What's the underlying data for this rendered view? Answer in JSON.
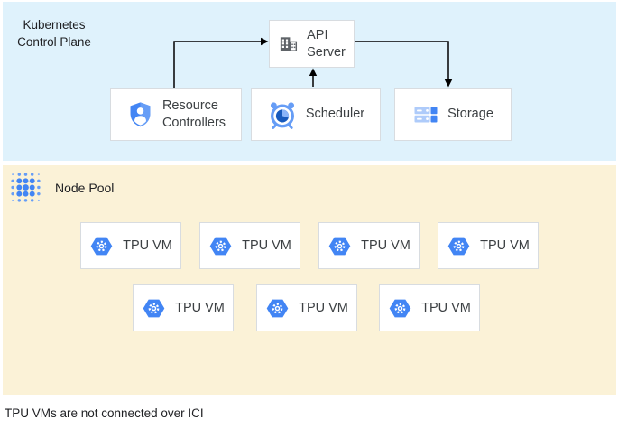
{
  "control_plane": {
    "title_line1": "Kubernetes",
    "title_line2": "Control Plane",
    "bg_color": "#DFF2FC",
    "nodes": {
      "api_server": {
        "line1": "API",
        "line2": "Server",
        "icon": "building-icon"
      },
      "resource_controllers": {
        "line1": "Resource",
        "line2": "Controllers",
        "icon": "shield-user-icon"
      },
      "scheduler": {
        "label": "Scheduler",
        "icon": "alarm-clock-icon"
      },
      "storage": {
        "label": "Storage",
        "icon": "storage-disks-icon"
      }
    },
    "arrows": [
      {
        "from": "resource_controllers",
        "to": "api_server"
      },
      {
        "from": "scheduler",
        "to": "api_server"
      },
      {
        "from": "api_server",
        "to": "storage"
      }
    ]
  },
  "node_pool": {
    "title": "Node Pool",
    "bg_color": "#FBF2D7",
    "icon": "dots-cluster-icon",
    "tpu_vm_label": "TPU VM",
    "tpu_vm_icon": "gke-hexagon-gear-icon",
    "row1_count": 4,
    "row2_count": 3
  },
  "caption": "TPU VMs are not connected over ICI",
  "colors": {
    "google_blue": "#4285F4",
    "light_blue": "#669DF6",
    "pale_blue": "#AECBFA",
    "dark_blue": "#185ABC",
    "icon_gray": "#5F6368",
    "arrow": "#000000",
    "box_border": "#D8DCE0",
    "label_text": "#3C4043"
  }
}
